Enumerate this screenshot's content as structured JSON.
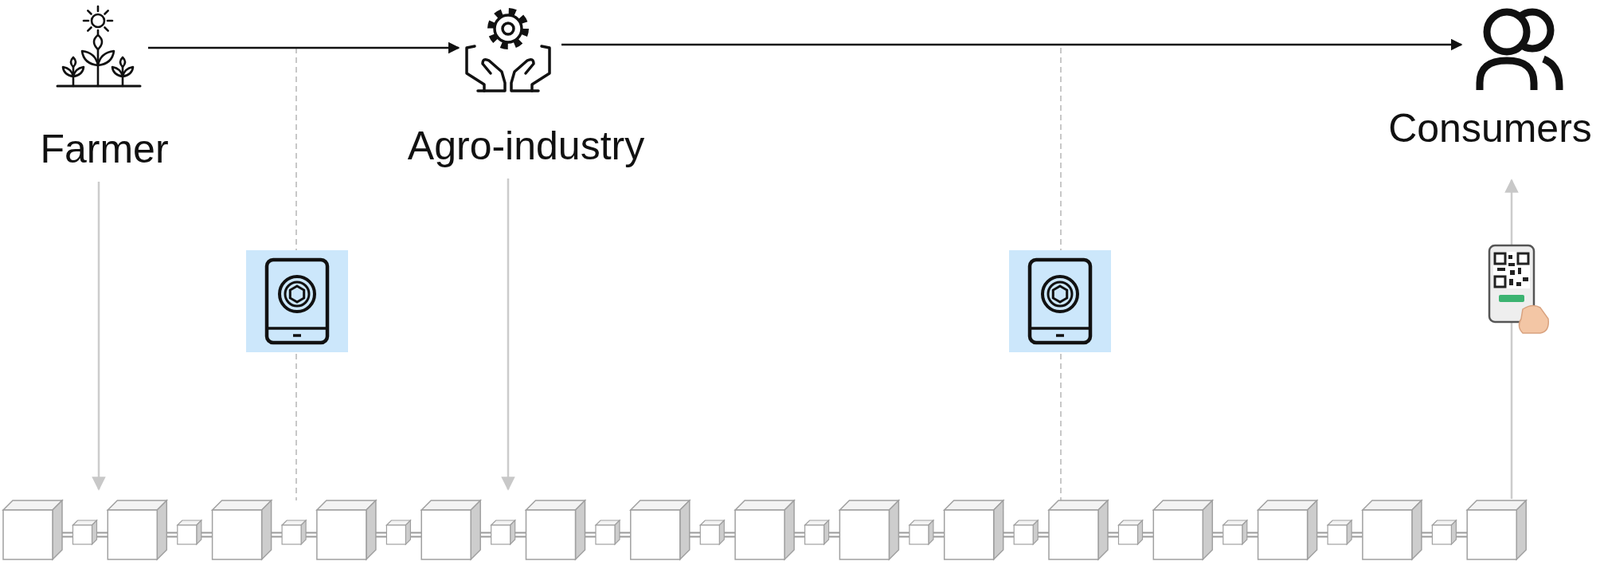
{
  "diagram": {
    "nodes": [
      {
        "text": [
          "Farmer"
        ]
      },
      {
        "text": [
          "Agro-industry"
        ]
      },
      {
        "text": [
          "Consumers"
        ]
      }
    ],
    "edges": [
      {
        "from": 0,
        "to": 1,
        "arrow": "to"
      },
      {
        "from": 1,
        "to": 2,
        "arrow": "to"
      }
    ]
  }
}
